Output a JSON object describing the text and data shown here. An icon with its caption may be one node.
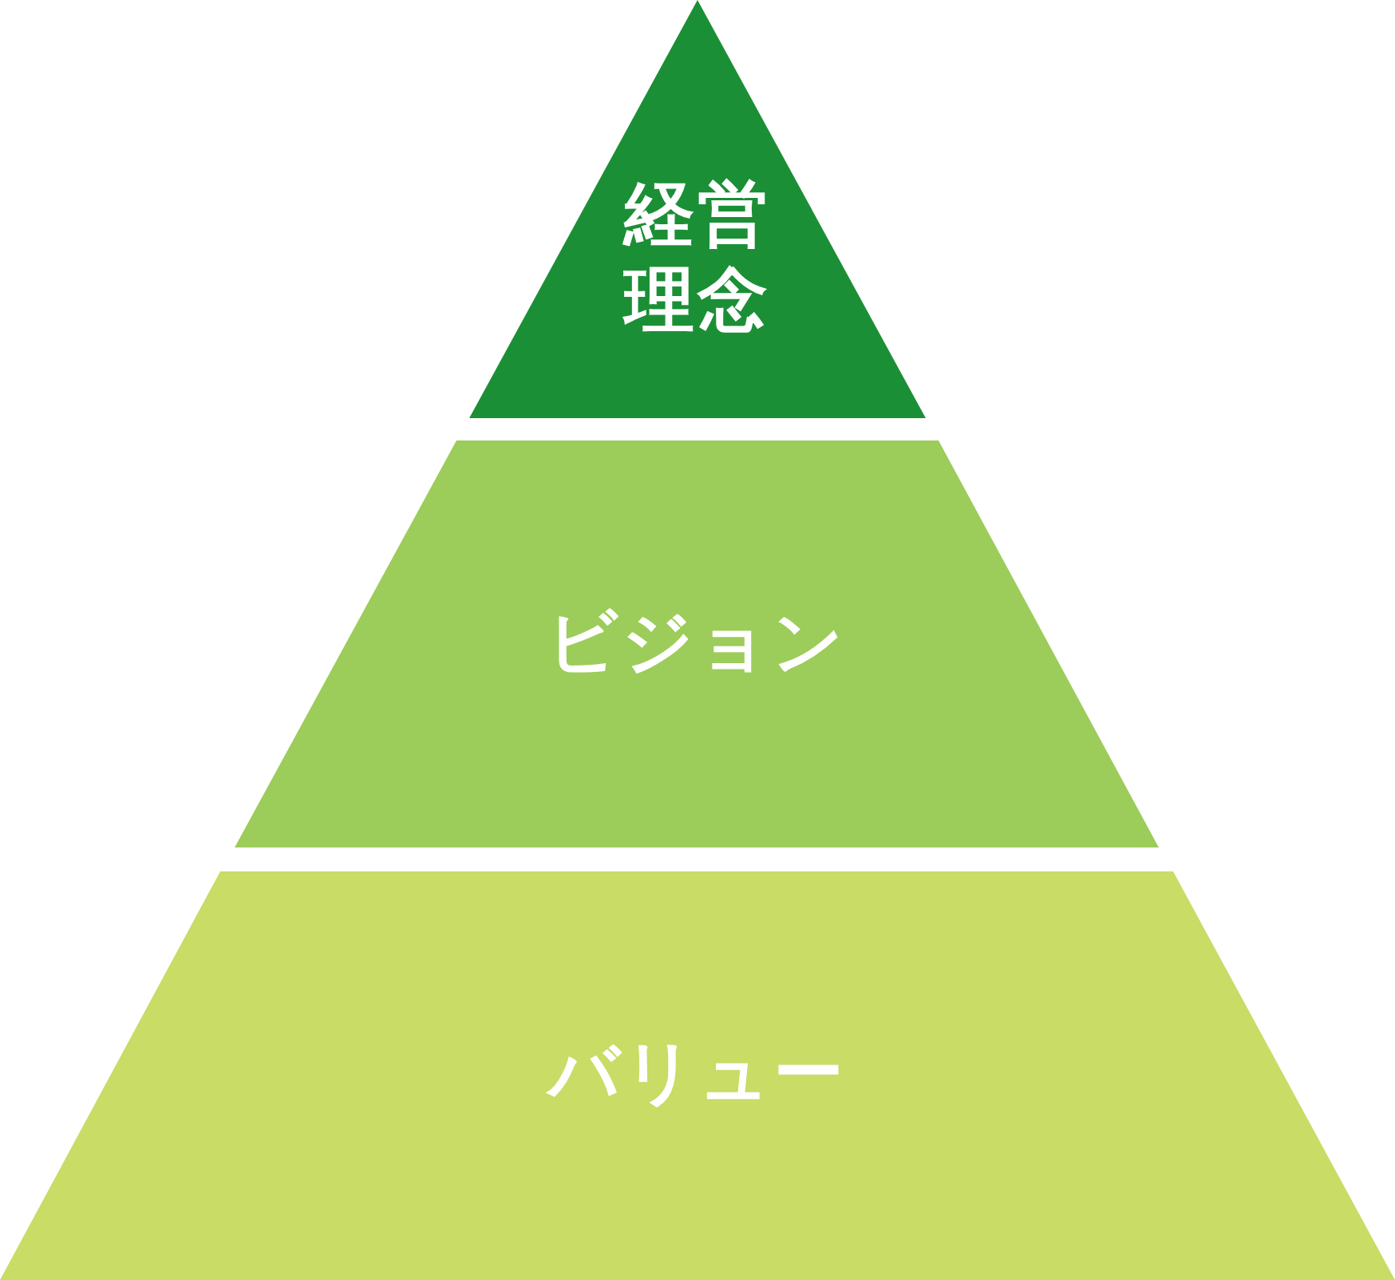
{
  "diagram": {
    "nodes": [
      {
        "text": [
          "経営理念"
        ]
      },
      {
        "text": [
          "ビジョン"
        ]
      },
      {
        "text": [
          "バリュー"
        ]
      }
    ]
  }
}
